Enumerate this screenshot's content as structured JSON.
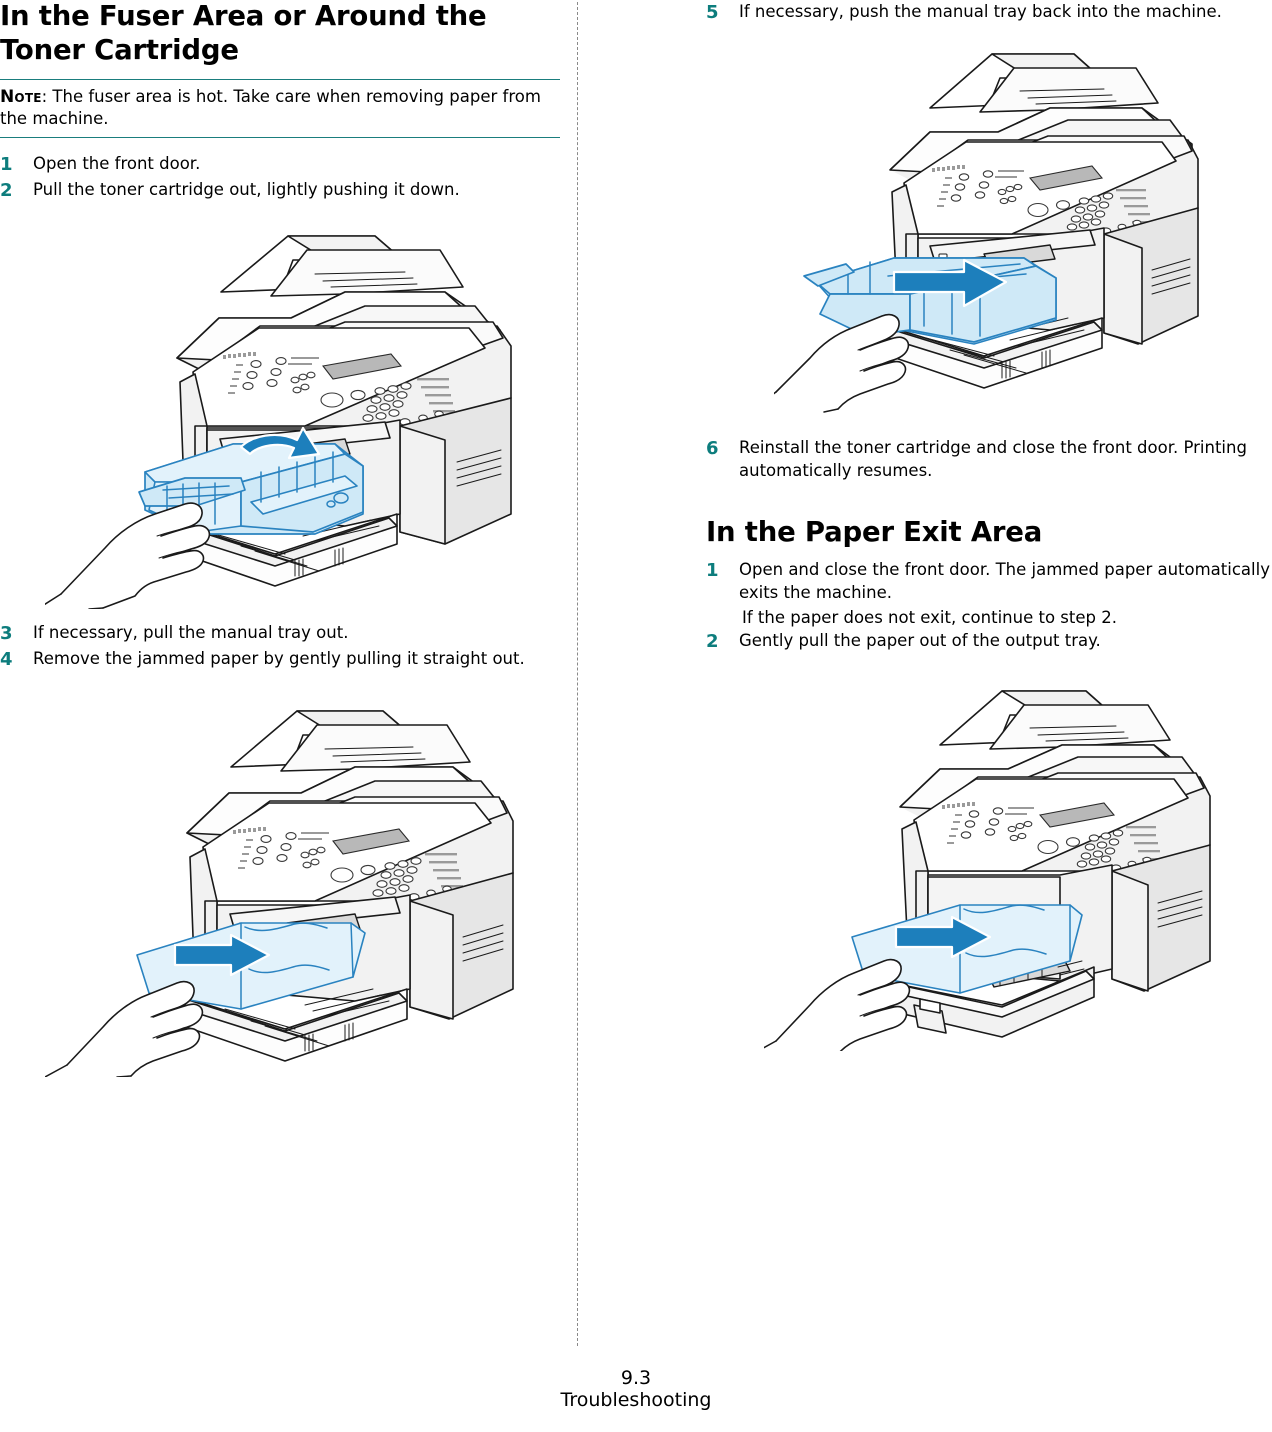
{
  "document": {
    "left_column": {
      "heading": "In the Fuser Area or Around the Toner Cartridge",
      "note": {
        "label": "Note",
        "text": ": The fuser area is hot. Take care when removing paper from the machine."
      },
      "steps": [
        {
          "num": "1",
          "text": "Open the front door."
        },
        {
          "num": "2",
          "text": "Pull the toner cartridge out, lightly pushing it down."
        }
      ],
      "figure_1": {
        "name": "printer-toner-cartridge-removal",
        "caption": "Printer with front door open and toner cartridge being pulled out by hand"
      },
      "steps_2": [
        {
          "num": "3",
          "text": "If necessary, pull the manual tray out."
        },
        {
          "num": "4",
          "text": "Remove the jammed paper by gently pulling it straight out."
        }
      ],
      "figure_2": {
        "name": "printer-jammed-paper-removal",
        "caption": "Printer with jammed paper being pulled straight out of the fuser area"
      }
    },
    "right_column": {
      "steps": [
        {
          "num": "5",
          "text": "If necessary, push the manual tray back into the machine."
        }
      ],
      "figure_3": {
        "name": "printer-manual-tray-reinsert",
        "caption": "Printer with manual tray being pushed back into the machine"
      },
      "steps_2": [
        {
          "num": "6",
          "text": "Reinstall the toner cartridge and close the front door. Printing automatically resumes."
        }
      ],
      "heading_2": "In the Paper Exit Area",
      "steps_3": [
        {
          "num": "1",
          "text": "Open and close the front door. The jammed paper automatically exits the machine."
        }
      ],
      "continuation": " If the paper does not exit, continue to step 2.",
      "steps_4": [
        {
          "num": "2",
          "text": "Gently pull the paper out of the output tray."
        }
      ],
      "figure_4": {
        "name": "printer-output-tray-paper-removal",
        "caption": "Printer with paper being gently pulled out of the output tray"
      }
    }
  },
  "footer": {
    "page_number": "9.3",
    "chapter": "Troubleshooting"
  },
  "colors": {
    "accent_teal": "#0d7d7d",
    "rule_teal": "#1a7d7d",
    "highlight_blue_fill": "#cfe9f7",
    "highlight_blue_stroke": "#2a83c0",
    "arrow_blue": "#1d7fbc",
    "text_black": "#000000",
    "divider_gray": "#8a8a8a"
  }
}
